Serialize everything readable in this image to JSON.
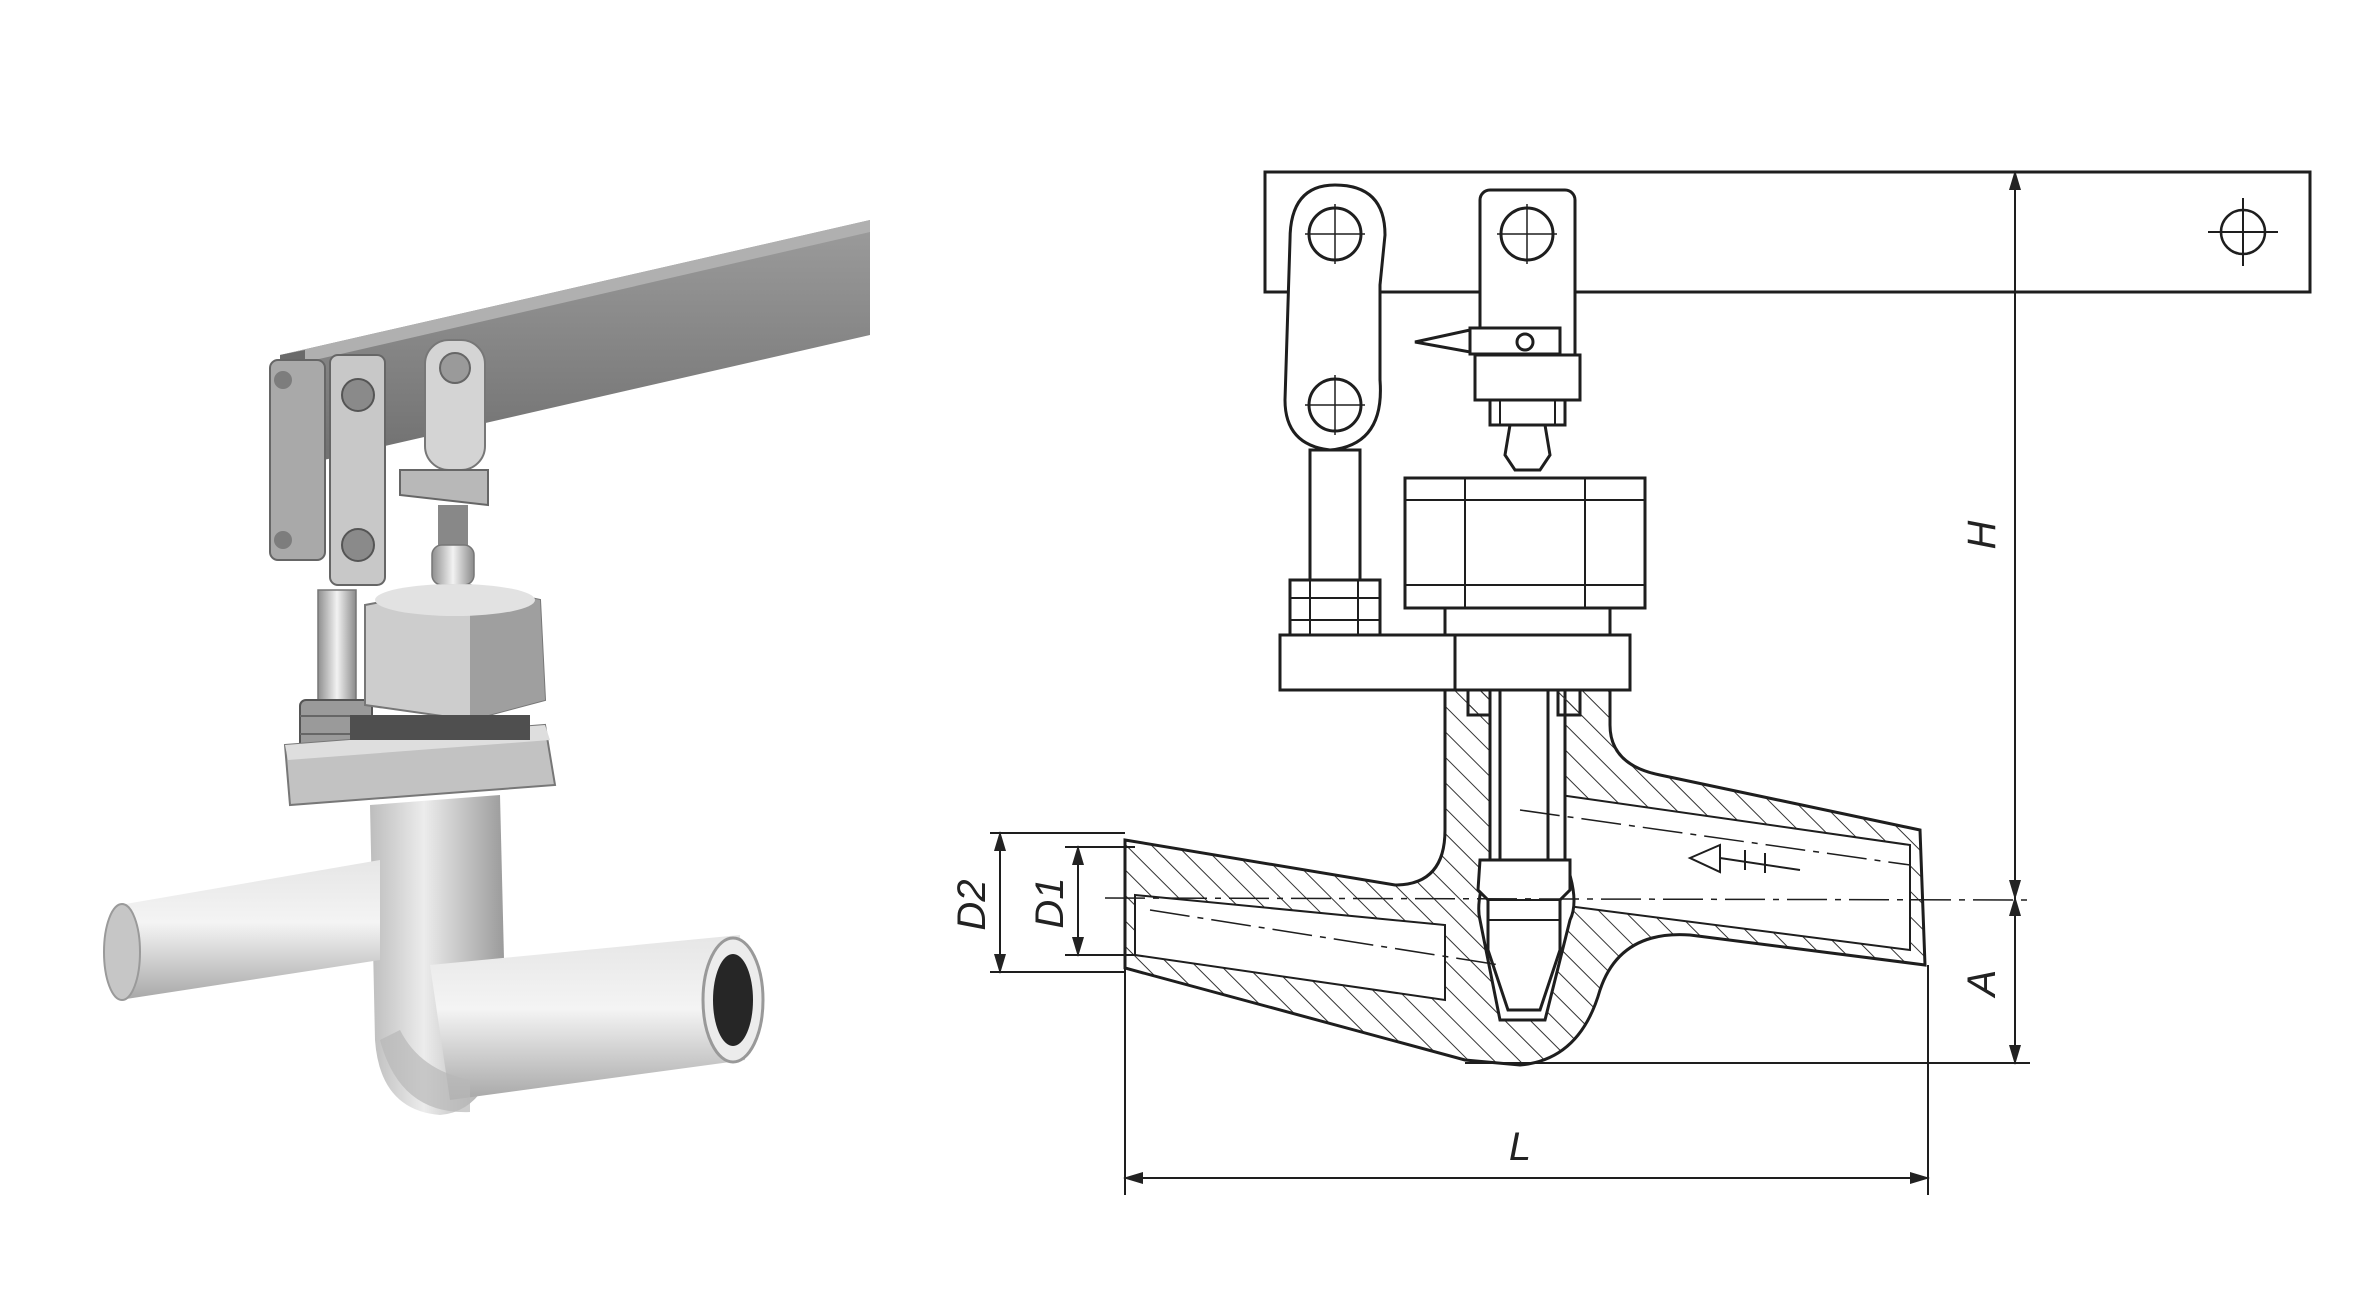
{
  "drawing": {
    "dimension_labels": {
      "height": "H",
      "axis_offset": "A",
      "length": "L",
      "outer_diameter": "D2",
      "inner_diameter": "D1"
    },
    "colors": {
      "line": "#1e1e1e",
      "metal_light": "#d8d8d8",
      "metal_mid": "#b4b4b4",
      "metal_dark": "#7d7d7d",
      "lever": "#8a8a8a",
      "hatch": "#333333"
    }
  }
}
